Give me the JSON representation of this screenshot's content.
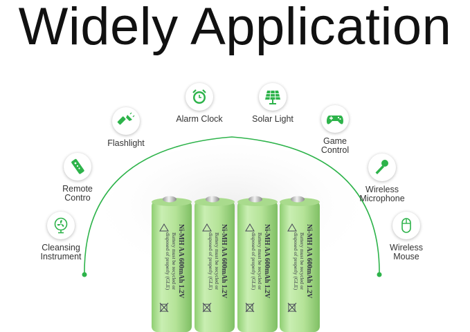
{
  "title": "Widely Application",
  "accent": "#2db34a",
  "apps": [
    {
      "id": "cleansing",
      "lines": [
        "Cleansing",
        "Instrument"
      ],
      "icon": "fan-icon"
    },
    {
      "id": "remote",
      "lines": [
        "Remote",
        "Contro"
      ],
      "icon": "remote-control-icon"
    },
    {
      "id": "flashlight",
      "lines": [
        "Flashlight"
      ],
      "icon": "flashlight-icon"
    },
    {
      "id": "alarm",
      "lines": [
        "Alarm Clock"
      ],
      "icon": "alarm-clock-icon"
    },
    {
      "id": "solar",
      "lines": [
        "Solar Light"
      ],
      "icon": "solar-panel-icon"
    },
    {
      "id": "game",
      "lines": [
        "Game",
        "Control"
      ],
      "icon": "gamepad-icon"
    },
    {
      "id": "microphone",
      "lines": [
        "Wireless",
        "Microphone"
      ],
      "icon": "microphone-icon"
    },
    {
      "id": "mouse",
      "lines": [
        "Wireless",
        "Mouse"
      ],
      "icon": "mouse-icon"
    }
  ],
  "battery": {
    "line1": "Ni-MH AA 600mAh 1.2V",
    "line2": "Battery must be recycled or",
    "line3": "disposed of properly (GLE)",
    "color": "#b6e59b"
  }
}
